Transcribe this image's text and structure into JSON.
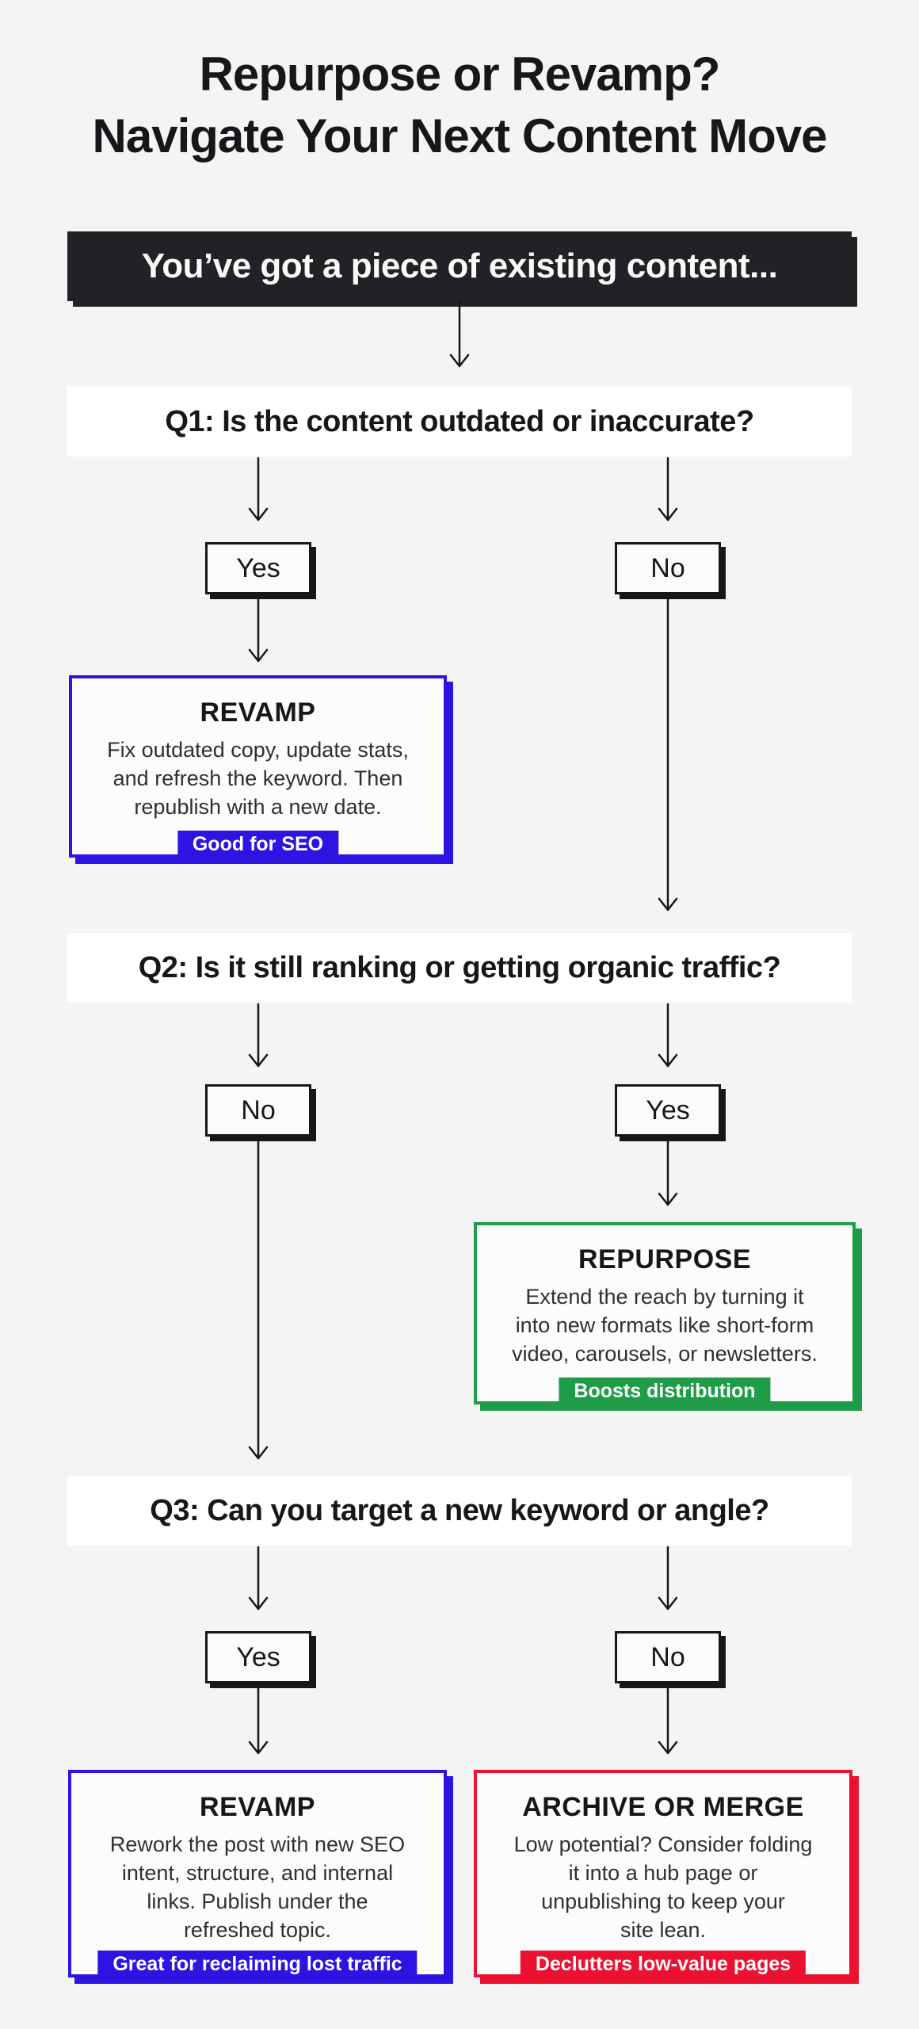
{
  "colors": {
    "bg": "#f4f4f5",
    "panel": "#ffffff",
    "ink": "#17171b",
    "dark": "#222226",
    "blue": "#2e14e3",
    "green": "#1f9c47",
    "red": "#ec1130"
  },
  "title": {
    "line1": "Repurpose or Revamp?",
    "line2": "Navigate Your Next Content Move"
  },
  "start": {
    "label": "You’ve got a piece of existing content..."
  },
  "questions": [
    {
      "label": "Q1: Is the content outdated or inaccurate?"
    },
    {
      "label": "Q2: Is it still ranking or getting organic traffic?"
    },
    {
      "label": "Q3: Can you target a new keyword or angle?"
    }
  ],
  "rows": [
    {
      "left": "Yes",
      "right": "No"
    },
    {
      "left": "No",
      "right": "Yes"
    },
    {
      "left": "Yes",
      "right": "No"
    }
  ],
  "outcomes": [
    {
      "title": "REVAMP",
      "body": [
        "Fix outdated copy, update stats,",
        "and refresh the keyword. Then",
        "republish with a new date."
      ],
      "badge": "Good for SEO",
      "accent": "#2e14e3"
    },
    {
      "title": "REPURPOSE",
      "body": [
        "Extend the reach by turning it",
        "into new formats like short-form",
        "video, carousels, or newsletters."
      ],
      "badge": "Boosts distribution",
      "accent": "#1f9c47"
    },
    {
      "title": "REVAMP",
      "body": [
        "Rework the post with new SEO",
        "intent, structure, and internal",
        "links. Publish under the",
        "refreshed topic."
      ],
      "badge": "Great for reclaiming lost traffic",
      "accent": "#2e14e3"
    },
    {
      "title": "ARCHIVE OR MERGE",
      "body": [
        "Low potential? Consider folding",
        "it into a hub page or",
        "unpublishing to keep your",
        "site lean."
      ],
      "badge": "Declutters low-value pages",
      "accent": "#ec1130"
    }
  ]
}
